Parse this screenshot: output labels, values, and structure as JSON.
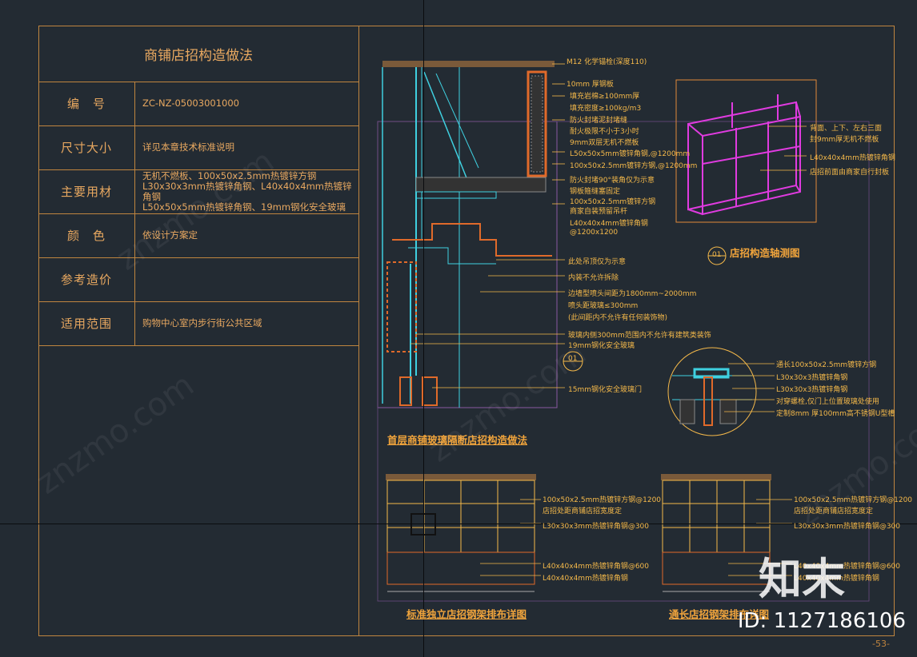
{
  "table": {
    "title": "商铺店招构造做法",
    "rows": [
      {
        "label": "编　号",
        "value": "ZC-NZ-05003001000"
      },
      {
        "label": "尺寸大小",
        "value": "详见本章技术标准说明"
      },
      {
        "label": "主要用材",
        "value": "无机不燃板、100x50x2.5mm热镀锌方钢\nL30x30x3mm热镀锌角钢、L40x40x4mm热镀锌角钢\nL50x50x5mm热镀锌角钢、19mm钢化安全玻璃"
      },
      {
        "label": "颜　色",
        "value": "依设计方案定"
      },
      {
        "label": "参考造价",
        "value": ""
      },
      {
        "label": "适用范围",
        "value": "购物中心室内步行街公共区域"
      }
    ]
  },
  "section": {
    "caption": "首层商铺玻璃隔断店招构造做法",
    "labels": [
      "M12 化学锚栓(深度110)",
      "10mm 厚钢板",
      "填充岩棉≥100mm厚",
      "填充密度≥100kg/m3",
      "防火封堵泥封堵缝",
      "耐火极限不小于3小时",
      "9mm双层无机不燃板",
      "L50x50x5mm镀锌角钢,@1200mm",
      "100x50x2.5mm镀锌方钢,@1200mm",
      "防火封堵90°装角仅为示意",
      "钢板箍缝塞固定",
      "100x50x2.5mm镀锌方钢",
      "商家自装预留吊杆",
      "L40x40x4mm镀锌角钢",
      "@1200x1200",
      "此处吊顶仅为示意",
      "内装不允许拆除",
      "边墙型喷头间距为1800mm~2000mm",
      "喷头距玻璃≤300mm",
      "(此间距内不允许有任何装饰物)",
      "玻璃内侧300mm范围内不允许有建筑类装饰",
      "19mm钢化安全玻璃",
      "15mm钢化安全玻璃门"
    ],
    "callout": "01"
  },
  "axon": {
    "caption": "店招构造轴测图",
    "callout": "01",
    "labels": [
      "背面、上下、左右三面",
      "封9mm厚无机不燃板",
      "L40x40x4mm热镀锌角钢",
      "店招前面由商家自行封板"
    ]
  },
  "detail": {
    "labels": [
      "通长100x50x2.5mm镀锌方钢",
      "L30x30x3热镀锌角钢",
      "L30x30x3热镀锌角钢",
      "对穿螺栓,仅门上位置玻璃处使用",
      "定制8mm 厚100mm高不锈钢U型槽"
    ]
  },
  "frame_std": {
    "caption": "标准独立店招钢架排布详图",
    "labels": [
      "100x50x2.5mm热镀锌方钢@1200",
      "店招处距商铺店招宽度定",
      "L30x30x3mm热镀锌角钢@300",
      "L40x40x4mm热镀锌角钢@600",
      "L40x40x4mm热镀锌角钢"
    ]
  },
  "frame_long": {
    "caption": "通长店招钢架排布详图",
    "labels": [
      "100x50x2.5mm热镀锌方钢@1200",
      "店招处距商铺店招宽度定",
      "L30x30x3mm热镀锌角钢@300",
      "L40x40x4mm热镀锌角钢@600",
      "L40x40x4mm热镀锌角钢"
    ]
  },
  "watermark": "znzmo.com",
  "logo": "知末",
  "id_text": "ID: 1127186106",
  "page_no": "-53-",
  "colors": {
    "background": "#232b33",
    "frame": "#c0853f",
    "text": "#f5b94a",
    "cyan": "#3fd0e0",
    "magenta": "#e03be0"
  }
}
